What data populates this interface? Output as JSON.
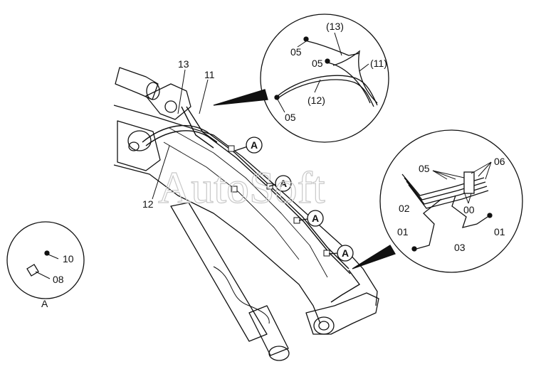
{
  "watermark": "AutoSoft",
  "labels": {
    "boom_13": "13",
    "boom_11": "11",
    "boom_12": "12",
    "callout_a": [
      "A",
      "A",
      "A",
      "A"
    ],
    "top_13": "(13)",
    "top_05a": "05",
    "top_05b": "05",
    "top_11": "(11)",
    "top_12": "(12)",
    "top_05c": "05",
    "right_05": "05",
    "right_06": "06",
    "right_00": "00",
    "right_02": "02",
    "right_01a": "01",
    "right_03": "03",
    "right_01b": "01",
    "left_10": "10",
    "left_08": "08",
    "left_a": "A"
  }
}
